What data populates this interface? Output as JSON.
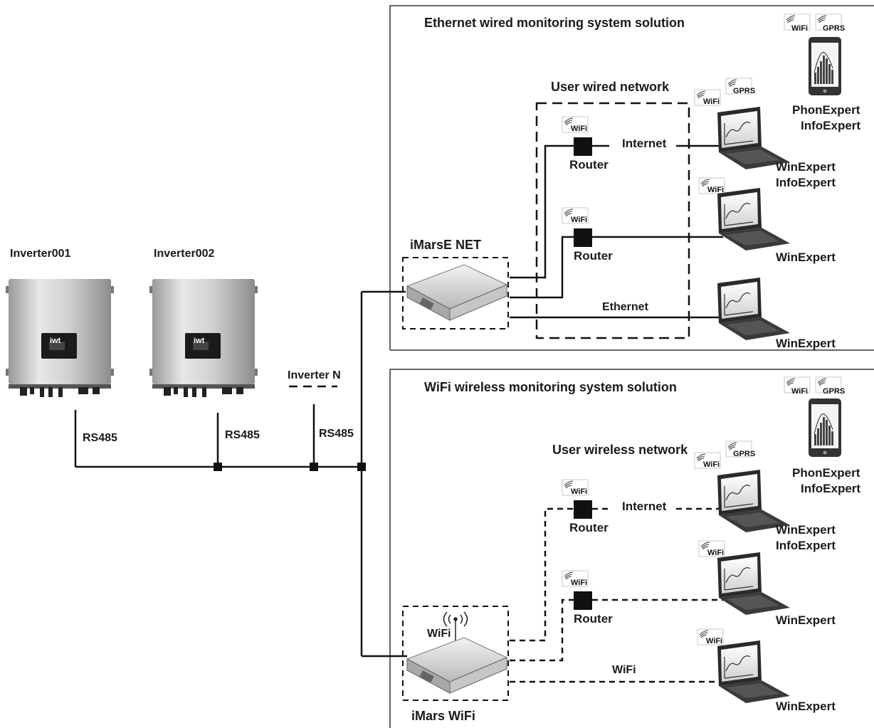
{
  "inverters": [
    {
      "label": "Inverter001",
      "brand": "iwt",
      "bus_label": "RS485"
    },
    {
      "label": "Inverter002",
      "brand": "iwt",
      "bus_label": "RS485"
    },
    {
      "label": "Inverter N",
      "bus_label": "RS485"
    }
  ],
  "ethernet_panel": {
    "title": "Ethernet wired monitoring system solution",
    "network_label": "User wired network",
    "device_label": "iMarsE NET",
    "routers": [
      "Router",
      "Router"
    ],
    "internet_label": "Internet",
    "ethernet_label": "Ethernet",
    "phone_labels": [
      "PhonExpert",
      "InfoExpert"
    ],
    "laptop_labels": [
      [
        "WinExpert",
        "InfoExpert"
      ],
      [
        "WinExpert"
      ],
      [
        "WinExpert"
      ]
    ]
  },
  "wifi_panel": {
    "title": "WiFi wireless monitoring system solution",
    "network_label": "User wireless network",
    "device_label": "iMars WiFi",
    "device_antenna_label": "WiFi",
    "routers": [
      "Router",
      "Router"
    ],
    "internet_label": "Internet",
    "wifi_link_label": "WiFi",
    "phone_labels": [
      "PhonExpert",
      "InfoExpert"
    ],
    "laptop_labels": [
      [
        "WinExpert",
        "InfoExpert"
      ],
      [
        "WinExpert"
      ],
      [
        "WinExpert"
      ]
    ]
  },
  "badges": {
    "wifi": "WiFi",
    "gprs": "GPRS"
  }
}
